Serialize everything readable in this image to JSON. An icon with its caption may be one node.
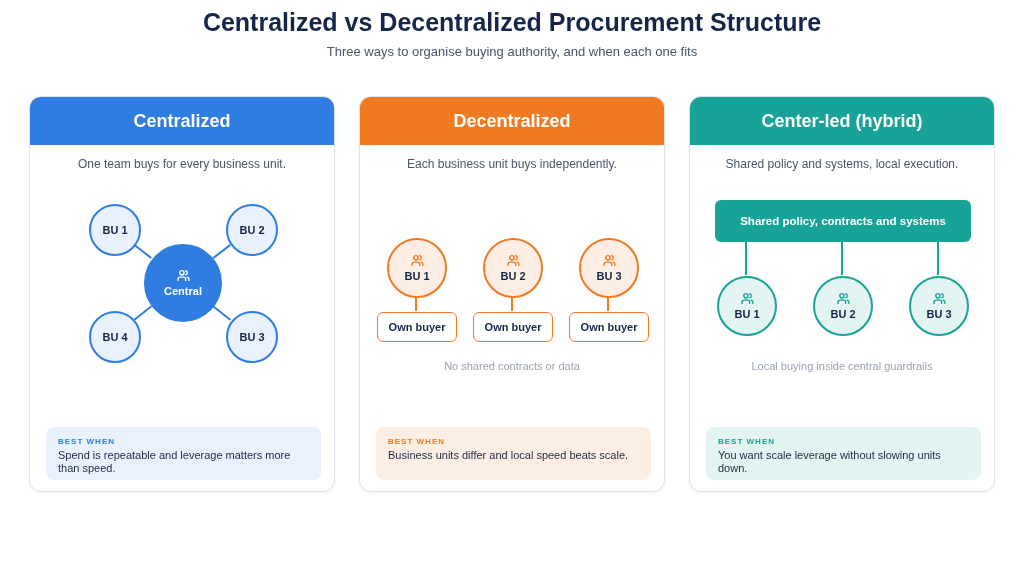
{
  "diagram": {
    "title": "Centralized vs Decentralized Procurement Structure",
    "caption": "Three ways to organise buying authority, and when each one fits",
    "nodes": [
      {
        "text": [
          "Centralized",
          "One team buys for every business unit."
        ]
      },
      {
        "text": [
          "BU 1"
        ],
        "in": 0
      },
      {
        "text": [
          "BU 2"
        ],
        "in": 0
      },
      {
        "text": [
          "Central"
        ],
        "in": 0
      },
      {
        "text": [
          "BU 4"
        ],
        "in": 0
      },
      {
        "text": [
          "BU 3"
        ],
        "in": 0
      },
      {
        "text": [
          "BEST WHEN",
          "Spend is repeatable and leverage matters more than speed."
        ],
        "in": 0
      },
      {
        "text": [
          "Decentralized",
          "Each business unit buys independently.",
          "No shared contracts or data"
        ]
      },
      {
        "text": [
          "BU 1"
        ],
        "in": 7
      },
      {
        "text": [
          "BU 2"
        ],
        "in": 7
      },
      {
        "text": [
          "BU 3"
        ],
        "in": 7
      },
      {
        "text": [
          "Own buyer"
        ],
        "in": 7
      },
      {
        "text": [
          "Own buyer"
        ],
        "in": 7
      },
      {
        "text": [
          "Own buyer"
        ],
        "in": 7
      },
      {
        "text": [
          "BEST WHEN",
          "Business units differ and local speed beats scale."
        ],
        "in": 7
      },
      {
        "text": [
          "Center-led (hybrid)",
          "Shared policy and systems, local execution.",
          "Local buying inside central guardrails"
        ]
      },
      {
        "text": [
          "Shared policy, contracts and systems"
        ],
        "in": 15
      },
      {
        "text": [
          "BU 1"
        ],
        "in": 15
      },
      {
        "text": [
          "BU 2"
        ],
        "in": 15
      },
      {
        "text": [
          "BU 3"
        ],
        "in": 15
      },
      {
        "text": [
          "BEST WHEN",
          "You want scale leverage without slowing units down."
        ],
        "in": 15
      }
    ],
    "edges": [
      {
        "from": 3,
        "to": 1,
        "arrow": "none"
      },
      {
        "from": 3,
        "to": 2,
        "arrow": "none"
      },
      {
        "from": 3,
        "to": 4,
        "arrow": "none"
      },
      {
        "from": 3,
        "to": 5,
        "arrow": "none"
      },
      {
        "from": 8,
        "to": 11,
        "arrow": "none",
        "color": "#f07a22"
      },
      {
        "from": 9,
        "to": 12,
        "arrow": "none",
        "color": "#f07a22"
      },
      {
        "from": 10,
        "to": 13,
        "arrow": "none",
        "color": "#f07a22"
      },
      {
        "from": 16,
        "to": 17,
        "arrow": "none",
        "color": "#17a398"
      },
      {
        "from": 16,
        "to": 18,
        "arrow": "none",
        "color": "#17a398"
      },
      {
        "from": 16,
        "to": 19,
        "arrow": "none",
        "color": "#17a398"
      }
    ]
  }
}
